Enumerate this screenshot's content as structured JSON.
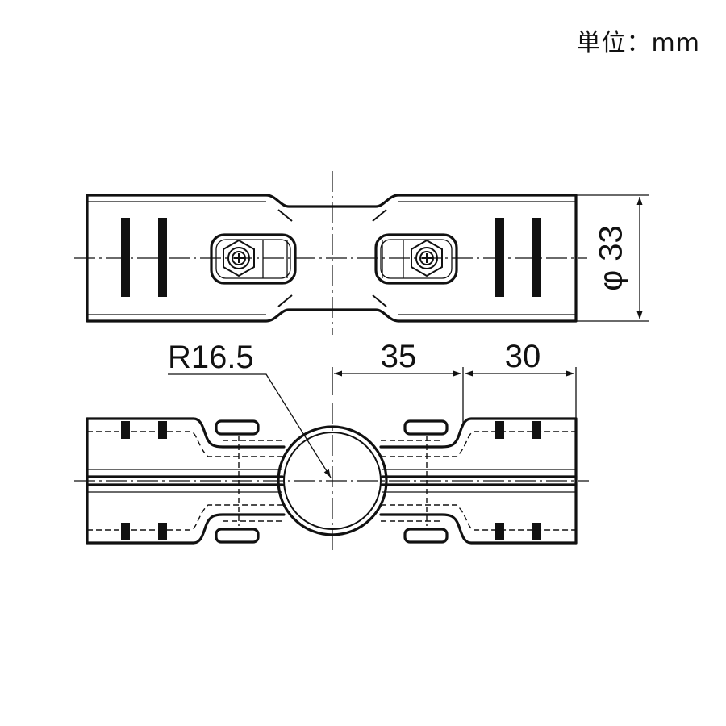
{
  "unit_label": "単位：mm",
  "dimensions": {
    "diameter": "φ 33",
    "radius": "R16.5",
    "center_offset": "35",
    "end_length": "30"
  }
}
